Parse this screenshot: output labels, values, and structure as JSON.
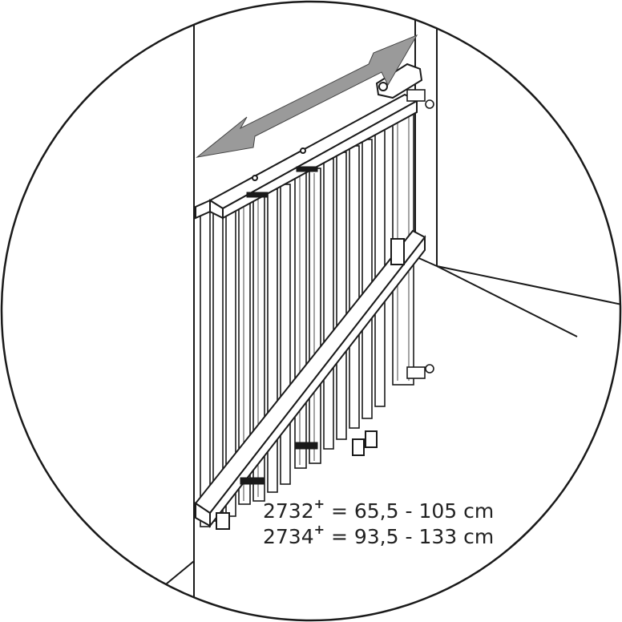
{
  "illustration": {
    "line_color": "#1a1a1a",
    "arrow_color": "#9a9a9a"
  },
  "dimensions": [
    {
      "model": "2732",
      "superscript": "+",
      "range": " = 65,5 - 105 cm"
    },
    {
      "model": "2734",
      "superscript": "+",
      "range": " = 93,5 - 133 cm"
    }
  ]
}
